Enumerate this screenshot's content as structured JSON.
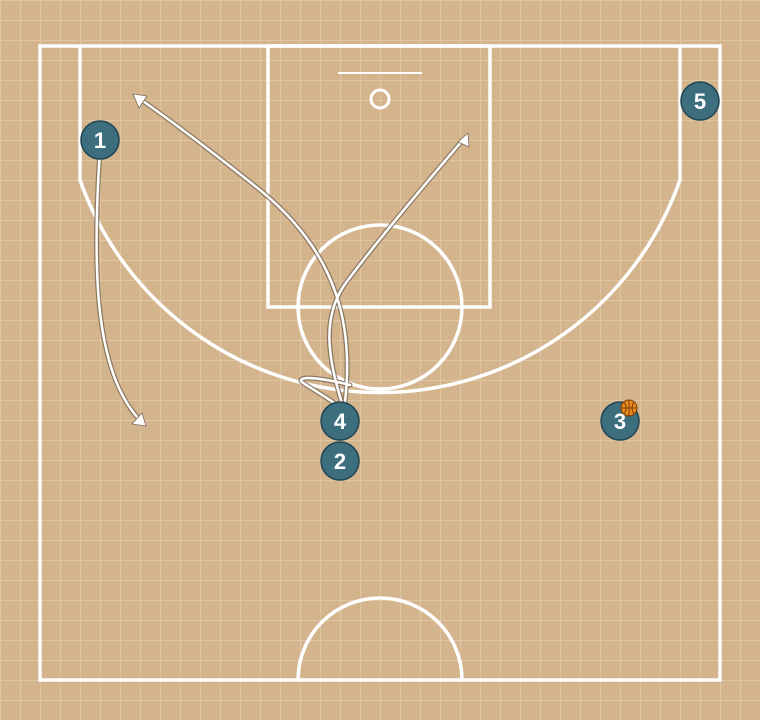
{
  "colors": {
    "court": "#d4b48c",
    "grid": "#e6cfb0",
    "lines": "#ffffff",
    "player_fill": "#3d6e7d",
    "player_stroke": "#1f4652",
    "ball": "#e98a1f",
    "path_shadow": "#7a6a58"
  },
  "players": [
    {
      "label": "1"
    },
    {
      "label": "2"
    },
    {
      "label": "3"
    },
    {
      "label": "4"
    },
    {
      "label": "5"
    }
  ],
  "ball_holder": "3"
}
